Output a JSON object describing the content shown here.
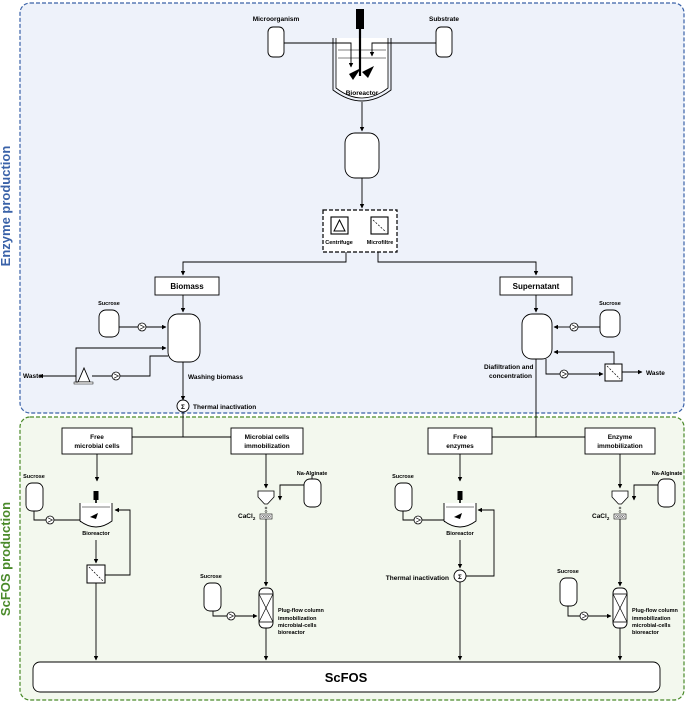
{
  "sections": {
    "enzyme": "Enzyme production",
    "scfos": "ScFOS production"
  },
  "colors": {
    "enzyme_border": "#3a62a8",
    "enzyme_fill": "#eef2fa",
    "enzyme_text": "#3a62a8",
    "scfos_border": "#4a8a2a",
    "scfos_fill": "#f3f8ee",
    "scfos_text": "#4a8a2a"
  },
  "labels": {
    "microorganism": "Microorganism",
    "substrate": "Substrate",
    "bioreactor": "Bioreactor",
    "centrifuge": "Centrifuge",
    "microfiltre": "Microfiltre",
    "biomass": "Biomass",
    "supernatant": "Supernatant",
    "sucrose": "Sucrose",
    "waste": "Waste",
    "washing_biomass": "Washing biomass",
    "thermal_inactivation": "Thermal inactivation",
    "diafiltration_1": "Diafiltration and",
    "diafiltration_2": "concentration",
    "free_microbial_1": "Free",
    "free_microbial_2": "microbial cells",
    "microbial_immob_1": "Microbial cells",
    "microbial_immob_2": "immobilization",
    "free_enzymes_1": "Free",
    "free_enzymes_2": "enzymes",
    "enzyme_immob_1": "Enzyme",
    "enzyme_immob_2": "immobilization",
    "na_alginate": "Na-Alginate",
    "cacl2_base": "CaCl",
    "cacl2_sub": "2",
    "plugflow_1": "Plug-flow column",
    "plugflow_2": "immobilization",
    "plugflow_3": "microbial-cells",
    "plugflow_4": "bioreactor",
    "scfos": "ScFOS",
    "sigma": "Σ"
  }
}
